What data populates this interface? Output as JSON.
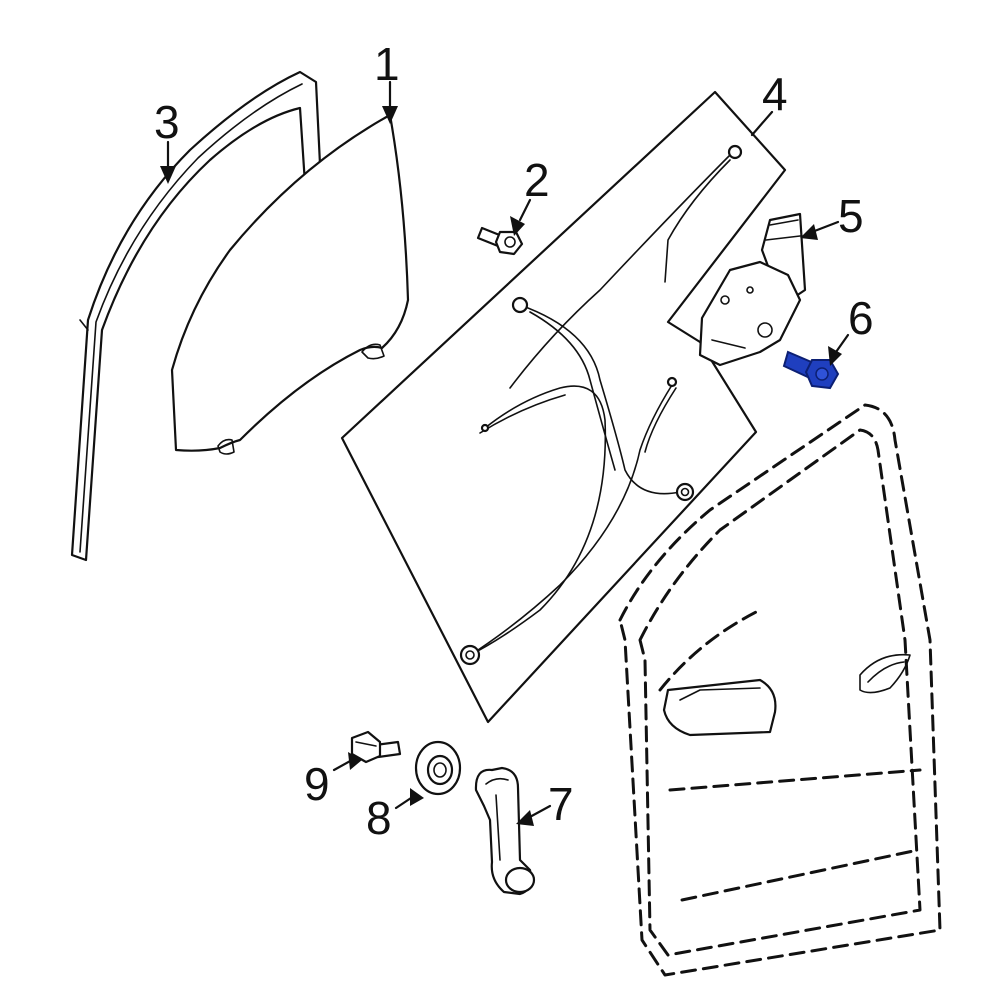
{
  "callouts": {
    "c1": "1",
    "c2": "2",
    "c3": "3",
    "c4": "4",
    "c5": "5",
    "c6": "6",
    "c7": "7",
    "c8": "8",
    "c9": "9"
  },
  "colors": {
    "highlight": "#1f3fbf",
    "highlight_dark": "#0c1f73",
    "line": "#111111",
    "background": "#ffffff"
  },
  "highlighted_part": "6"
}
